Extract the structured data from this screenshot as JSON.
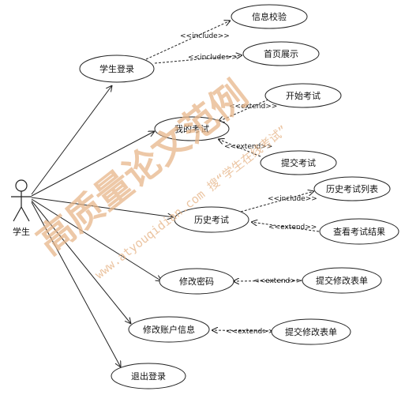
{
  "actor": {
    "label": "学生"
  },
  "use_cases": {
    "student_login": "学生登录",
    "info_check": "信息校验",
    "home_display": "首页展示",
    "my_exam": "我的考试",
    "start_exam": "开始考试",
    "submit_exam": "提交考试",
    "history_exam": "历史考试",
    "history_list": "历史考试列表",
    "view_result": "查看考试结果",
    "change_password": "修改密码",
    "submit_form_1": "提交修改表单",
    "edit_account": "修改账户信息",
    "submit_form_2": "提交修改表单",
    "logout": "退出登录"
  },
  "relations": {
    "include": "<<include>>",
    "extend": "<<extend>>"
  },
  "watermark": {
    "main": "高质量论文范例",
    "url": "www.atyouqidian.com 搜“学生在线考试”"
  }
}
